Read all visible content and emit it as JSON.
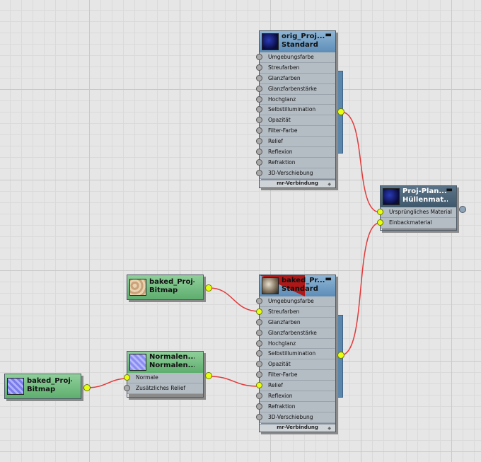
{
  "colors": {
    "wire": "#e23a3a",
    "socket_active": "#e8ff10",
    "material_header": "#6f9cc4",
    "map_header": "#6fbf7f",
    "projection_header": "#4a6478"
  },
  "nodes": {
    "orig_material": {
      "title1": "orig_Proj...",
      "title2": "Standard",
      "footer": "mr-Verbindung",
      "slots": [
        "Umgebungsfarbe",
        "Streufarben",
        "Glanzfarben",
        "Glanzfarbenstärke",
        "Hochglanz",
        "Selbstillumination",
        "Opazität",
        "Filter-Farbe",
        "Relief",
        "Reflexion",
        "Refraktion",
        "3D-Verschiebung"
      ]
    },
    "baked_material": {
      "title1": "baked_Pr...",
      "title2": "Standard",
      "footer": "mr-Verbindung",
      "slots": [
        "Umgebungsfarbe",
        "Streufarben",
        "Glanzfarben",
        "Glanzfarbenstärke",
        "Hochglanz",
        "Selbstillumination",
        "Opazität",
        "Filter-Farbe",
        "Relief",
        "Reflexion",
        "Refraktion",
        "3D-Verschiebung"
      ]
    },
    "projection": {
      "title1": "Proj-Plan...",
      "title2": "Hüllenmat...",
      "slots": [
        "Ursprüngliches Material",
        "Einbackmaterial"
      ]
    },
    "bitmap_diffuse": {
      "title1": "baked_Proj-P...",
      "title2": "Bitmap"
    },
    "normal_bump": {
      "title1": "Normalen...",
      "title2": "Normalen...",
      "slots": [
        "Normale",
        "Zusätzliches Relief"
      ]
    },
    "bitmap_normal": {
      "title1": "baked_Proj-P...",
      "title2": "Bitmap"
    }
  }
}
